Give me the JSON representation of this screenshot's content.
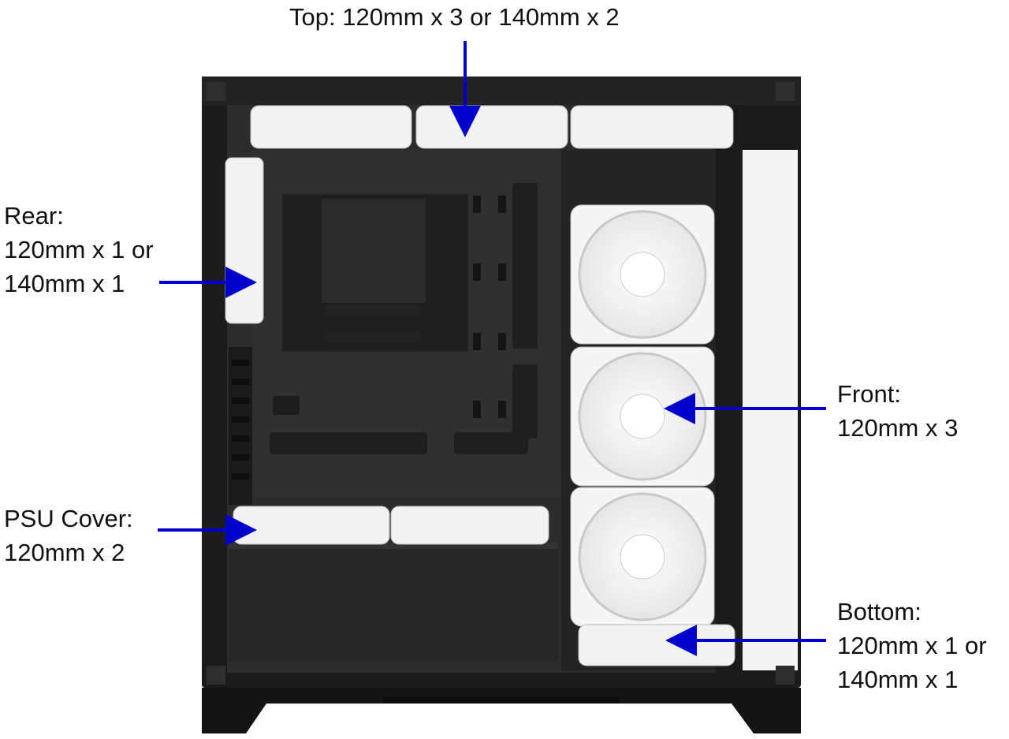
{
  "colors": {
    "arrow": "#0000cc",
    "case_body": "#1b1b1b",
    "case_interior": "#2a2a2a",
    "fan_frame": "#f2f2f2",
    "glass": "#f4f4f4"
  },
  "labels": {
    "top": {
      "line1": "Top: 120mm x 3 or 140mm x 2"
    },
    "rear": {
      "line1": "Rear:",
      "line2": "120mm x 1 or",
      "line3": "140mm x 1"
    },
    "front": {
      "line1": "Front:",
      "line2": "120mm x 3"
    },
    "psu_cover": {
      "line1": "PSU Cover:",
      "line2": "120mm x 2"
    },
    "bottom": {
      "line1": "Bottom:",
      "line2": "120mm x 1 or",
      "line3": "140mm x 1"
    }
  },
  "icons": {
    "case": "pc-case-icon",
    "fan": "case-fan-icon",
    "arrow": "arrow-icon"
  }
}
